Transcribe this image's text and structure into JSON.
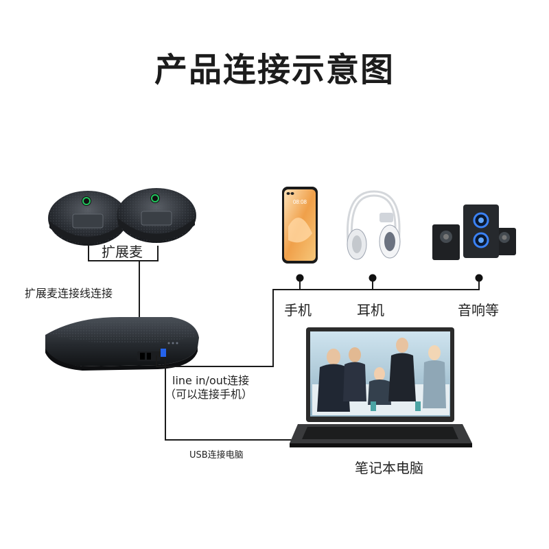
{
  "title": "产品连接示意图",
  "labels": {
    "expansion_mic": "扩展麦",
    "expansion_cable": "扩展麦连接线连接",
    "phone": "手机",
    "headphones": "耳机",
    "speakers": "音响等",
    "line_inout": "line in/out连接",
    "line_inout_note": "（可以连接手机）",
    "usb": "USB连接电脑",
    "laptop": "笔记本电脑"
  },
  "phone_screen_time": "08:08",
  "colors": {
    "line": "#1a1a1a",
    "mic_indicator": "#22c55e",
    "speaker_glow": "#3b82f6",
    "phone_screen": "#f0a04a"
  }
}
